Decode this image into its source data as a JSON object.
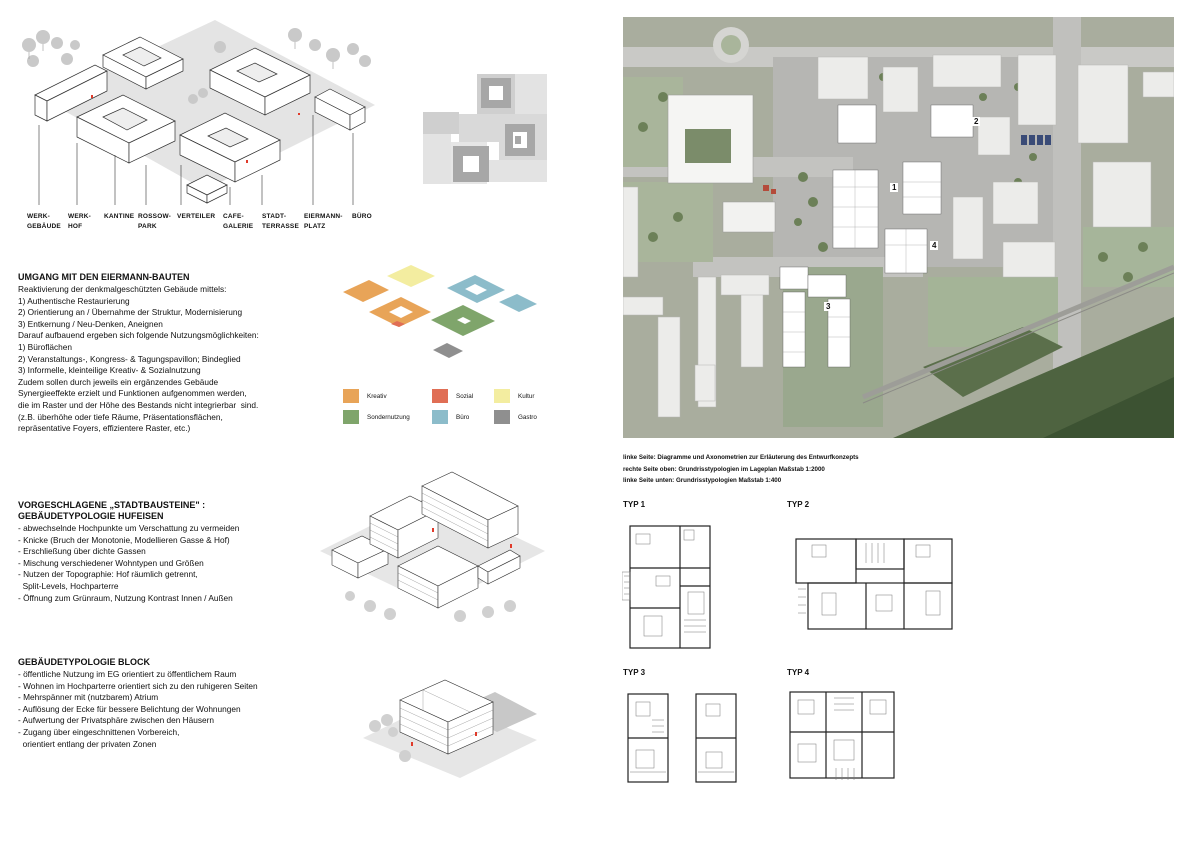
{
  "axo_labels": [
    {
      "line1": "WERK-",
      "line2": "GEBÄUDE"
    },
    {
      "line1": "WERK-",
      "line2": "HOF"
    },
    {
      "line1": "KANTINE",
      "line2": ""
    },
    {
      "line1": "ROSSOW-",
      "line2": "PARK"
    },
    {
      "line1": "VERTEILER",
      "line2": ""
    },
    {
      "line1": "CAFE-",
      "line2": "GALERIE"
    },
    {
      "line1": "STADT-",
      "line2": "TERRASSE"
    },
    {
      "line1": "EIERMANN-",
      "line2": "PLATZ"
    },
    {
      "line1": "BÜRO",
      "line2": ""
    }
  ],
  "section1": {
    "heading": "UMGANG MIT DEN EIERMANN-BAUTEN",
    "lines": [
      "Reaktivierung der denkmalgeschützten Gebäude mittels:",
      "1) Authentische Restaurierung",
      "2) Orientierung an / Übernahme der Struktur, Modernisierung",
      "3) Entkernung / Neu-Denken, Aneignen",
      "",
      "Darauf aufbauend ergeben sich folgende Nutzungsmöglichkeiten:",
      "1) Büroflächen",
      "2) Veranstaltungs-, Kongress- & Tagungspavillon; Bindeglied",
      "3) Informelle, kleinteilige Kreativ- & Sozialnutzung",
      "",
      "Zudem sollen durch jeweils ein ergänzendes Gebäude",
      "Synergieeffekte erzielt und Funktionen aufgenommen werden,",
      "die im Raster und der Höhe des Bestands nicht integrierbar  sind.",
      "(z.B. überhöhe oder tiefe Räume, Präsentationsflächen,",
      "repräsentative Foyers, effizientere Raster, etc.)"
    ]
  },
  "legend": [
    {
      "label": "Kreativ",
      "color": "#e8a458"
    },
    {
      "label": "Sozial",
      "color": "#e06e55"
    },
    {
      "label": "Kultur",
      "color": "#f3eda0"
    },
    {
      "label": "Sondernutzung",
      "color": "#7fa56b"
    },
    {
      "label": "Büro",
      "color": "#8cbcca"
    },
    {
      "label": "Gastro",
      "color": "#8f8f8f"
    }
  ],
  "section2": {
    "heading1": "VORGESCHLAGENE „STADTBAUSTEINE\" :",
    "heading2": "GEBÄUDETYPOLOGIE HUFEISEN",
    "lines": [
      "- abwechselnde Hochpunkte um Verschattung zu vermeiden",
      "- Knicke (Bruch der Monotonie, Modellieren Gasse & Hof)",
      "- Erschließung über dichte Gassen",
      "- Mischung verschiedener Wohntypen und Größen",
      "- Nutzen der Topographie: Hof räumlich getrennt,",
      "  Split-Levels, Hochparterre",
      "- Öffnung zum Grünraum, Nutzung Kontrast Innen / Außen"
    ]
  },
  "section3": {
    "heading": "GEBÄUDETYPOLOGIE BLOCK",
    "lines": [
      "- öffentliche Nutzung im EG orientiert zu öffentlichem Raum",
      "- Wohnen im Hochparterre orientiert sich zu den ruhigeren Seiten",
      "- Mehrspänner mit (nutzbarem) Atrium",
      "- Auflösung der Ecke für bessere Belichtung der Wohnungen",
      "- Aufwertung der Privatsphäre zwischen den Häusern",
      "- Zugang über eingeschnittenen Vorbereich,",
      "  orientiert entlang der privaten Zonen"
    ]
  },
  "captions": [
    "linke Seite: Diagramme und Axonometrien zur Erläuterung des Entwurfkonzepts",
    "rechte Seite oben: Grundrisstypologien im Lageplan Maßstab 1:2000",
    "linke Seite unten: Grundrisstypologien Maßstab 1:400"
  ],
  "map_labels": [
    "1",
    "2",
    "3",
    "4"
  ],
  "typ_labels": [
    "TYP 1",
    "TYP 2",
    "TYP 3",
    "TYP 4"
  ]
}
